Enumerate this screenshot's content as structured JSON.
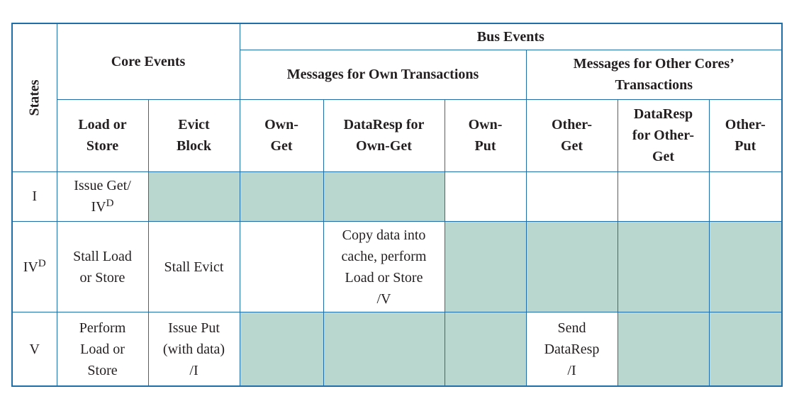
{
  "header": {
    "states": "States",
    "core_events": "Core Events",
    "bus_events": "Bus Events",
    "own_group": "Messages for Own Transactions",
    "other_group": [
      "Messages for Other Cores’",
      "Transactions"
    ],
    "cols": [
      [
        "Load or",
        "Store"
      ],
      [
        "Evict",
        "Block"
      ],
      [
        "Own-",
        "Get"
      ],
      [
        "DataResp for",
        "Own-Get"
      ],
      [
        "Own-",
        "Put"
      ],
      [
        "Other-",
        "Get"
      ],
      [
        "DataResp",
        "for Other-",
        "Get"
      ],
      [
        "Other-",
        "Put"
      ]
    ]
  },
  "rows": {
    "I": {
      "state": "I",
      "load_store": [
        "Issue Get/",
        "IV",
        "D"
      ]
    },
    "IVD": {
      "state": [
        "IV",
        "D"
      ],
      "load_store": [
        "Stall Load",
        "or Store"
      ],
      "evict": "Stall Evict",
      "dataresp_own": [
        "Copy data into",
        "cache, perform",
        "Load or Store",
        "/V"
      ]
    },
    "V": {
      "state": "V",
      "load_store": [
        "Perform",
        "Load or",
        "Store"
      ],
      "evict": [
        "Issue Put",
        "(with data)",
        "/I"
      ],
      "other_get": [
        "Send",
        "DataResp",
        "/I"
      ]
    }
  },
  "colors": {
    "border": "#1f6ea8",
    "shaded": "#b9d6cf"
  }
}
